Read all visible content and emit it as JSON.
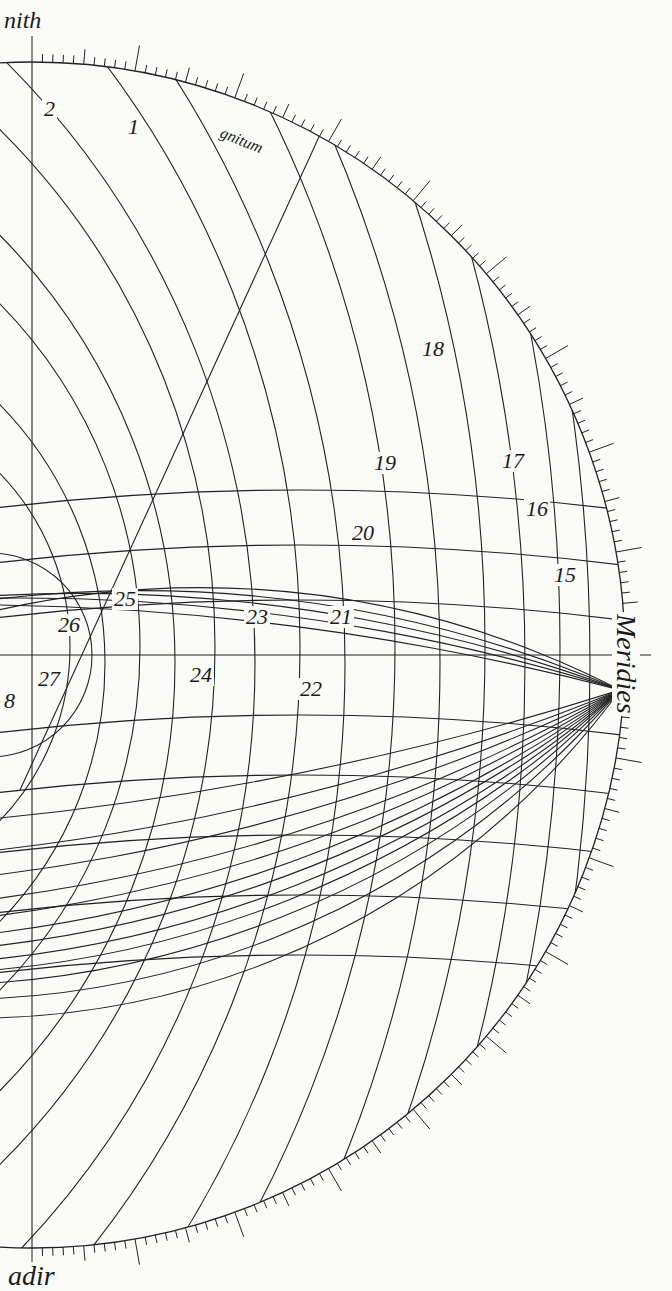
{
  "diagram": {
    "labels": [
      "nith",
      "2",
      "1",
      "gnitum",
      "18",
      "19",
      "17",
      "16",
      "20",
      "15",
      "25",
      "26",
      "23",
      "21",
      "27",
      "24",
      "22",
      "8",
      "Meridies",
      "adir"
    ]
  }
}
